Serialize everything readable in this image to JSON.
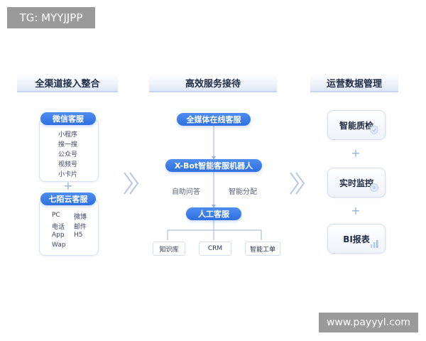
{
  "watermarks": {
    "top": "TG: MYYJJPP",
    "bottom": "www.payyyl.com"
  },
  "sections": {
    "left_title": "全渠道接入整合",
    "middle_title": "高效服务接待",
    "right_title": "运营数据管理"
  },
  "left": {
    "wechat_label": "微信客服",
    "wechat_items": [
      "小程序",
      "搜一搜",
      "公众号",
      "视频号",
      "小卡片"
    ],
    "plus": "+",
    "qimo_label": "七陌云客服",
    "qimo_items": [
      "PC",
      "微博",
      "电话",
      "邮件",
      "App",
      "H5",
      "Wap"
    ]
  },
  "middle": {
    "omni_label": "全媒体在线客服",
    "xbot_label": "X-Bot智能客服机器人",
    "self_service": "自助问答",
    "smart_dispatch": "智能分配",
    "human_label": "人工客服",
    "tools": [
      "知识库",
      "CRM",
      "智能工单"
    ]
  },
  "right": {
    "cards": [
      "智能质检",
      "实时监控",
      "BI报表"
    ],
    "plus": "+"
  },
  "colors": {
    "accent": "#2f6fe0",
    "header_bg": "#eef3fb",
    "connector": "#9bb2d6"
  },
  "icons": [
    "chevron-right-icon",
    "shield-check-icon",
    "monitor-icon",
    "bar-chart-icon"
  ]
}
